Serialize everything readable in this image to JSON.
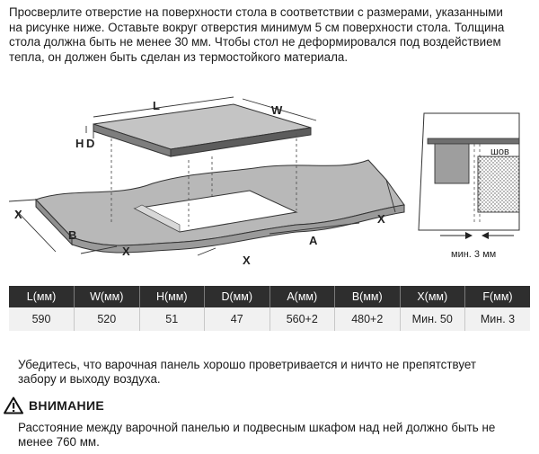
{
  "intro_text": "Просверлите отверстие на поверхности стола в соответствии с размерами, указанными на рисунке ниже. Оставьте вокруг отверстия минимум 5 см поверхности стола. Толщина стола должна быть не менее 30 мм. Чтобы стол не деформировался под воздействием тепла, он должен быть сделан из термостойкого материала.",
  "diagram": {
    "labels": {
      "L": "L",
      "W": "W",
      "H": "H",
      "D": "D",
      "A": "A",
      "B": "B",
      "X": "X"
    },
    "seam_label": "шов",
    "gap_label": "мин. 3 мм"
  },
  "table": {
    "headers": [
      "L(мм)",
      "W(мм)",
      "H(мм)",
      "D(мм)",
      "A(мм)",
      "B(мм)",
      "X(мм)",
      "F(мм)"
    ],
    "values": [
      "590",
      "520",
      "51",
      "47",
      "560+2",
      "480+2",
      "Мин. 50",
      "Мин. 3"
    ]
  },
  "ventilation_note": "Убедитесь, что варочная панель хорошо проветривается и ничто не препятствует забору и выходу воздуха.",
  "warning": {
    "title": "ВНИМАНИЕ",
    "text": "Расстояние между варочной панелью и подвесным шкафом над ней должно быть не менее 760 мм."
  }
}
